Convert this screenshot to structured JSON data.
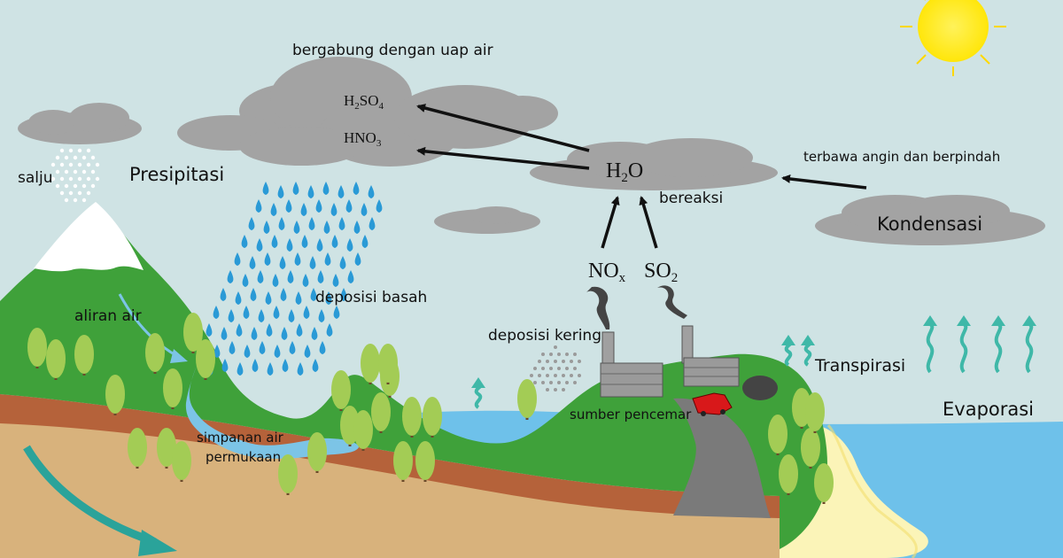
{
  "labels": {
    "combine_with_vapor": "bergabung dengan uap air",
    "snow": "salju",
    "precipitation": "Presipitasi",
    "carried_by_wind": "terbawa angin dan berpindah",
    "reacts": "bereaksi",
    "condensation": "Kondensasi",
    "wet_deposition": "deposisi basah",
    "water_flow": "aliran air",
    "dry_deposition": "deposisi kering",
    "transpiration": "Transpirasi",
    "pollution_source": "sumber pencemar",
    "evaporation": "Evaporasi",
    "surface_storage_line1": "simpanan air",
    "surface_storage_line2": "permukaan"
  },
  "chemicals": {
    "h2so4": {
      "base1": "H",
      "sub1": "2",
      "base2": "SO",
      "sub2": "4"
    },
    "hno3": {
      "base": "HNO",
      "sub": "3"
    },
    "h2o": {
      "base1": "H",
      "sub1": "2",
      "base2": "O"
    },
    "nox": {
      "base": "NO",
      "sub": "x"
    },
    "so2": {
      "base": "SO",
      "sub": "2"
    }
  },
  "colors": {
    "sky": "#cfe3e4",
    "cloud": "#a3a3a3",
    "grass": "#3fa13a",
    "soil_top": "#b5623a",
    "soil": "#d8b27c",
    "sea": "#6ec1ea",
    "sun": "#ffe81a",
    "rain": "#2a9ad6",
    "tree": "#a3cc55",
    "vapor_arrow": "#3fb8a8",
    "car": "#d8181a"
  }
}
